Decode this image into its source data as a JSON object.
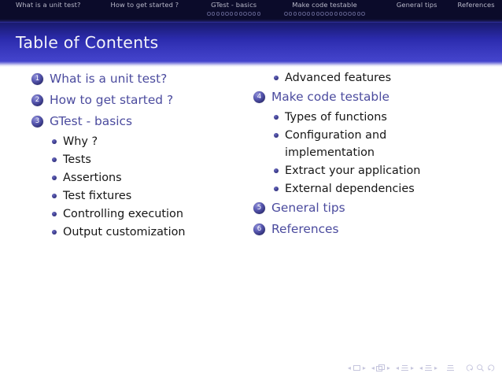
{
  "navbar": {
    "sections": [
      {
        "label": "What is a unit test?",
        "dots": 0
      },
      {
        "label": "How to get started ?",
        "dots": 0
      },
      {
        "label": "GTest - basics",
        "dots": 12
      },
      {
        "label": "Make code testable",
        "dots": 18
      },
      {
        "label": "General tips",
        "dots": 0
      },
      {
        "label": "References",
        "dots": 0
      }
    ]
  },
  "title": "Table of Contents",
  "toc": {
    "left": [
      {
        "kind": "section",
        "number": "1",
        "label": "What is a unit test?"
      },
      {
        "kind": "section",
        "number": "2",
        "label": "How to get started ?"
      },
      {
        "kind": "section",
        "number": "3",
        "label": "GTest - basics"
      },
      {
        "kind": "sub",
        "label": "Why ?"
      },
      {
        "kind": "sub",
        "label": "Tests"
      },
      {
        "kind": "sub",
        "label": "Assertions"
      },
      {
        "kind": "sub",
        "label": "Test fixtures"
      },
      {
        "kind": "sub",
        "label": "Controlling execution"
      },
      {
        "kind": "sub",
        "label": "Output customization"
      }
    ],
    "right": [
      {
        "kind": "sub",
        "label": "Advanced features"
      },
      {
        "kind": "section",
        "number": "4",
        "label": "Make code testable"
      },
      {
        "kind": "sub",
        "label": "Types of functions"
      },
      {
        "kind": "sub",
        "label": "Configuration and implementation",
        "wrap": true
      },
      {
        "kind": "sub",
        "label": "Extract your application"
      },
      {
        "kind": "sub",
        "label": "External dependencies"
      },
      {
        "kind": "section",
        "number": "5",
        "label": "General tips"
      },
      {
        "kind": "section",
        "number": "6",
        "label": "References"
      }
    ]
  },
  "navsymbols": {
    "items": [
      {
        "name": "slide-nav-icon",
        "glyph": "slide"
      },
      {
        "name": "frame-nav-icon",
        "glyph": "frame"
      },
      {
        "name": "subsection-nav-icon",
        "glyph": "subsection"
      },
      {
        "name": "section-nav-icon",
        "glyph": "section"
      },
      {
        "name": "document-nav-icon",
        "glyph": "document"
      }
    ],
    "back": "↺",
    "find": "⌕",
    "forward": "↻"
  },
  "colors": {
    "navbar_bg": "#0b0b2a",
    "title_bar": "#3a3ac0",
    "section_text": "#4b4b9e",
    "sub_text": "#161616",
    "badge": "#35357f"
  }
}
